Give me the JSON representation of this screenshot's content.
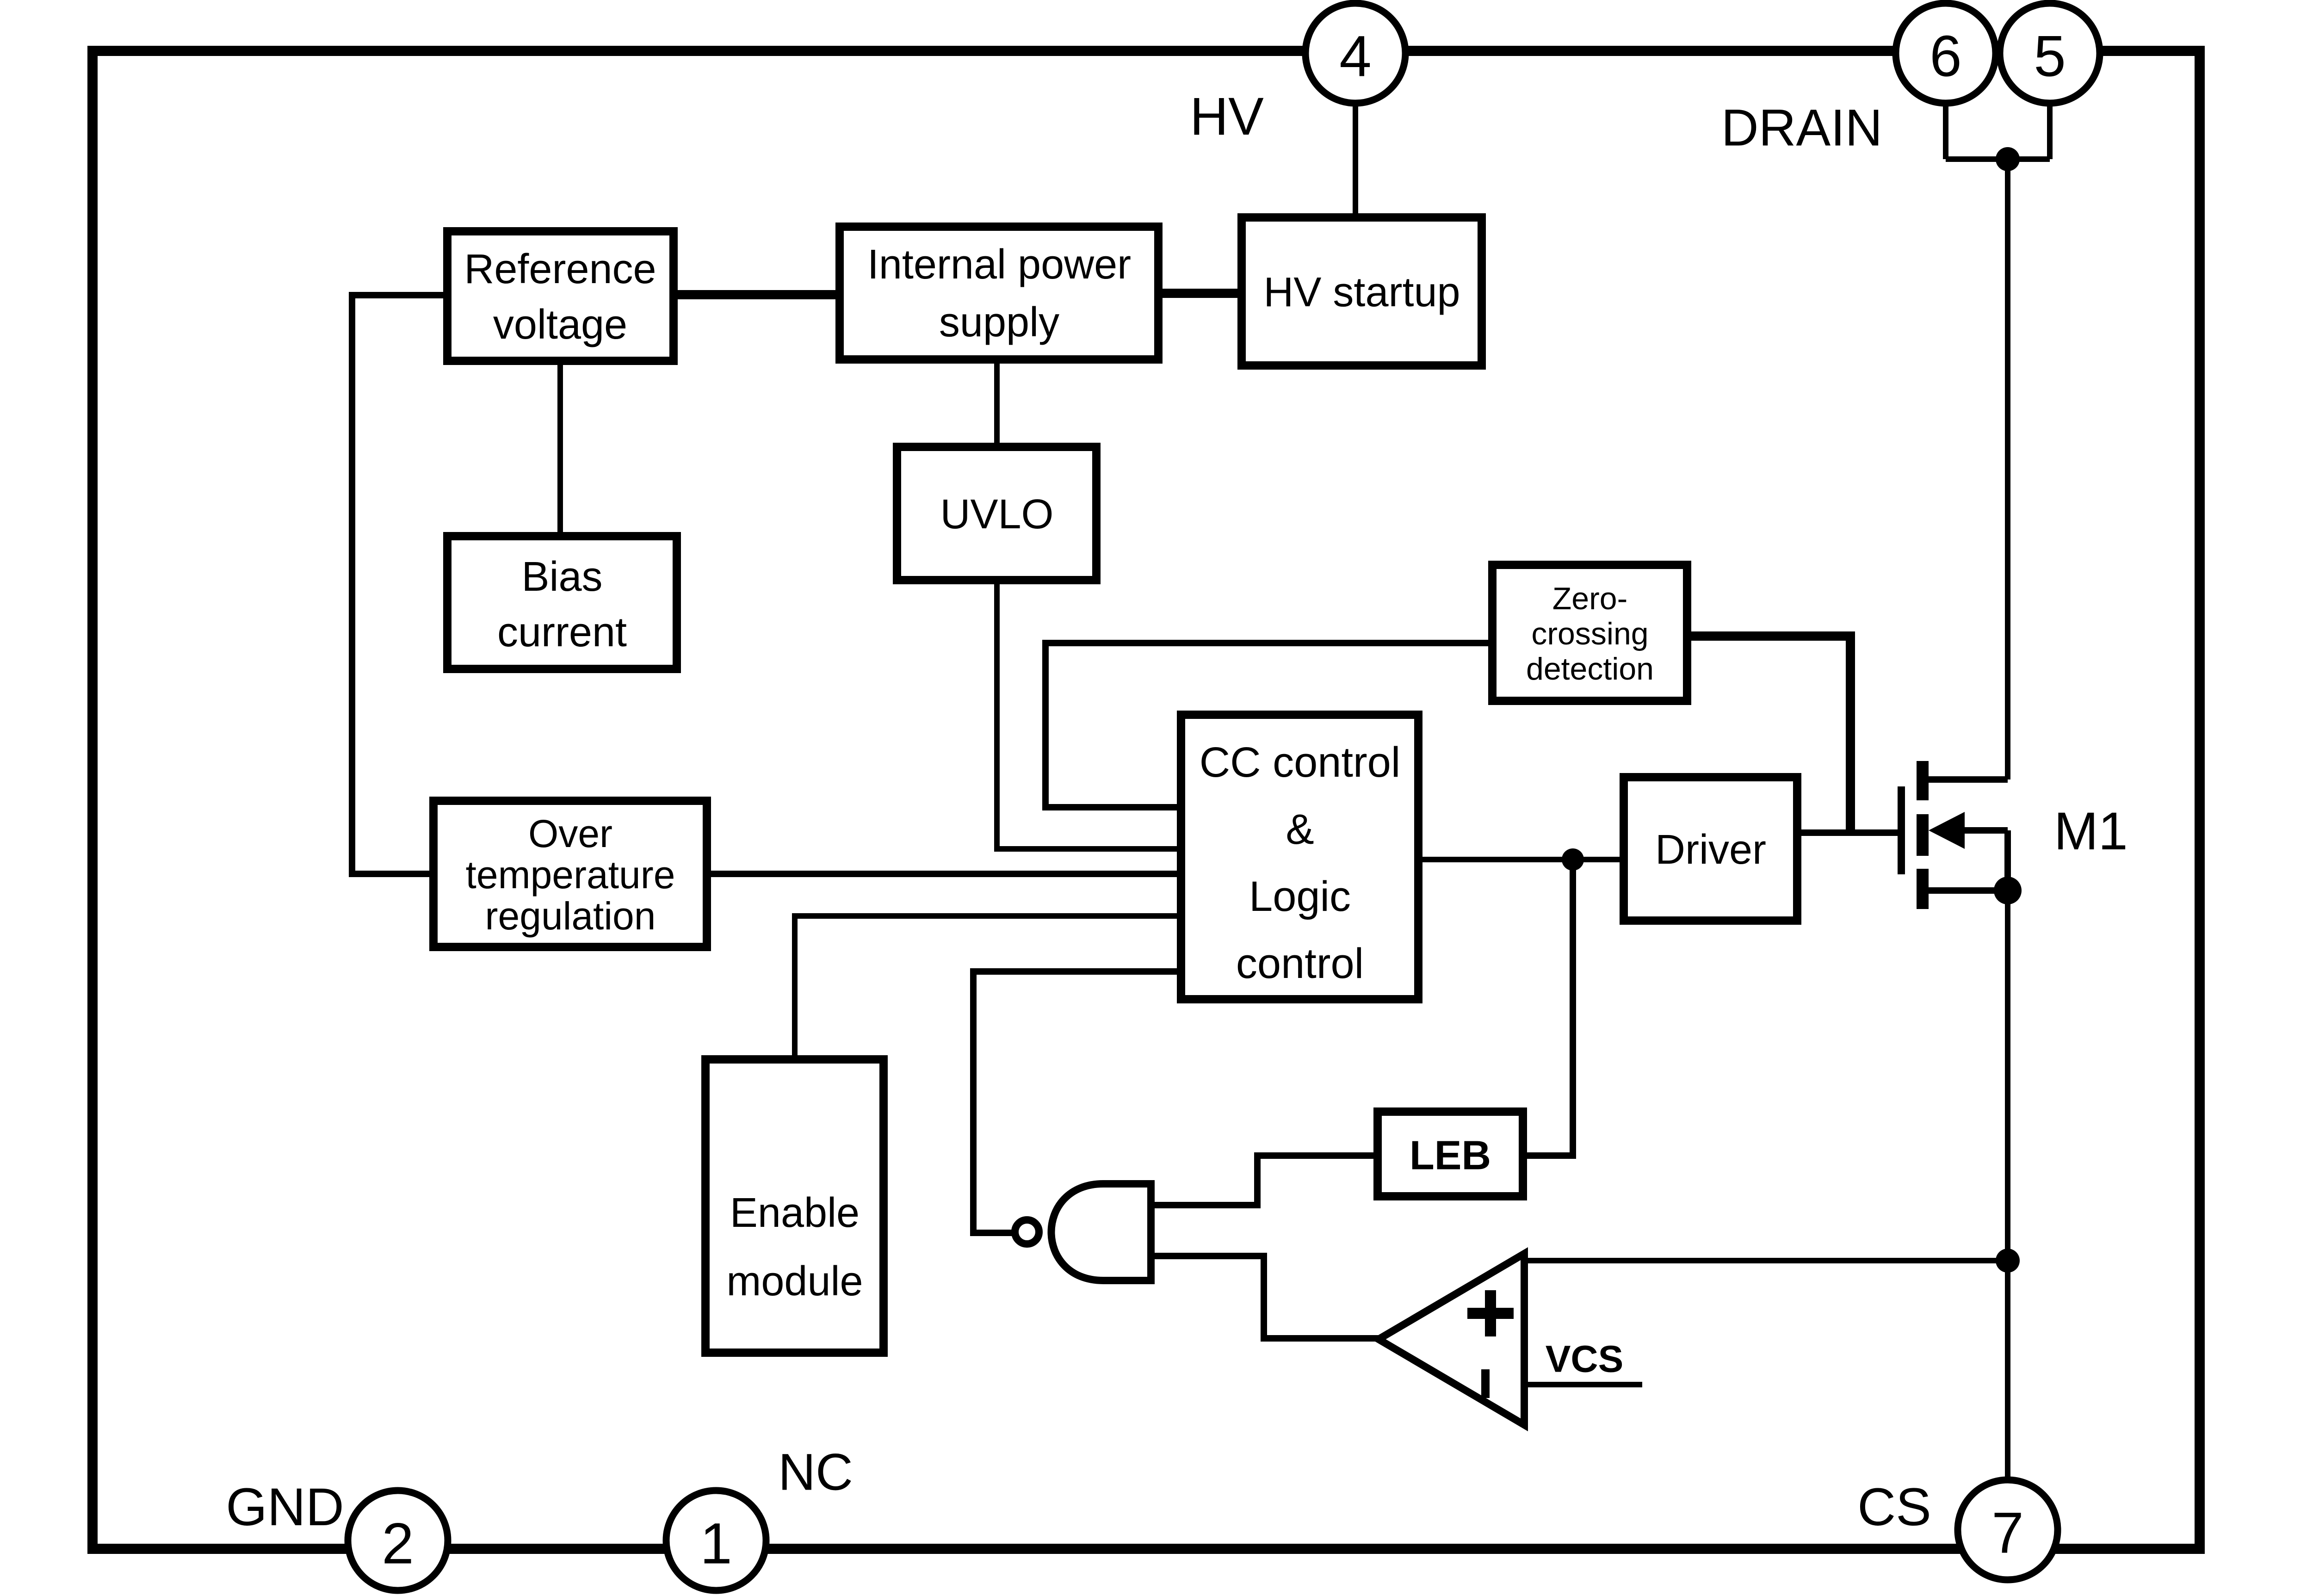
{
  "blocks": {
    "reference_voltage": {
      "line1": "Reference",
      "line2": "voltage"
    },
    "internal_power_supply": {
      "line1": "Internal power",
      "line2": "supply"
    },
    "hv_startup": {
      "label": "HV startup"
    },
    "uvlo": {
      "label": "UVLO"
    },
    "bias_current": {
      "line1": "Bias",
      "line2": "current"
    },
    "zero_crossing_detection": {
      "line1": "Zero-",
      "line2": "crossing",
      "line3": "detection"
    },
    "cc_logic_control": {
      "line1": "CC control",
      "line2": "&",
      "line3": "Logic",
      "line4": "control"
    },
    "driver": {
      "label": "Driver"
    },
    "over_temperature_regulation": {
      "line1": "Over",
      "line2": "temperature",
      "line3": "regulation"
    },
    "enable_module": {
      "line1": "Enable",
      "line2": "module"
    },
    "leb": {
      "label": "LEB"
    }
  },
  "pins": {
    "pin4": {
      "number": "4",
      "name": "HV"
    },
    "pin6": {
      "number": "6"
    },
    "pin5": {
      "number": "5"
    },
    "drain_label": "DRAIN",
    "pin2": {
      "number": "2",
      "name": "GND"
    },
    "pin1": {
      "number": "1",
      "name": "NC"
    },
    "pin7": {
      "number": "7",
      "name": "CS"
    }
  },
  "annotations": {
    "mosfet_label": "M1",
    "comparator": {
      "plus": "+",
      "minus_icon": "vertical-dash-icon",
      "vcs_label": "VCS"
    }
  },
  "colors": {
    "ink": "#000000",
    "background": "#ffffff"
  }
}
